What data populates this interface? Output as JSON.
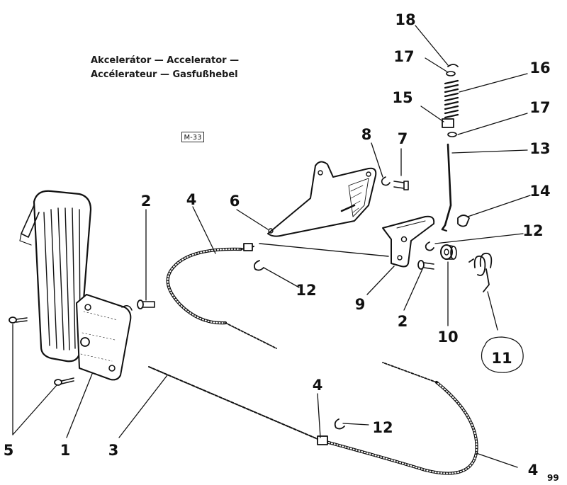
{
  "title": {
    "line1": "Akcelerátor — Accelerator —",
    "line2": "Accélerateur — Gasfußhebel"
  },
  "ref_tag": "M-33",
  "page_number": "99",
  "callouts": [
    "18",
    "17",
    "16",
    "15",
    "17",
    "8",
    "7",
    "13",
    "14",
    "12",
    "6",
    "4",
    "2",
    "12",
    "9",
    "2",
    "10",
    "11",
    "5",
    "1",
    "3",
    "4",
    "12",
    "4"
  ]
}
